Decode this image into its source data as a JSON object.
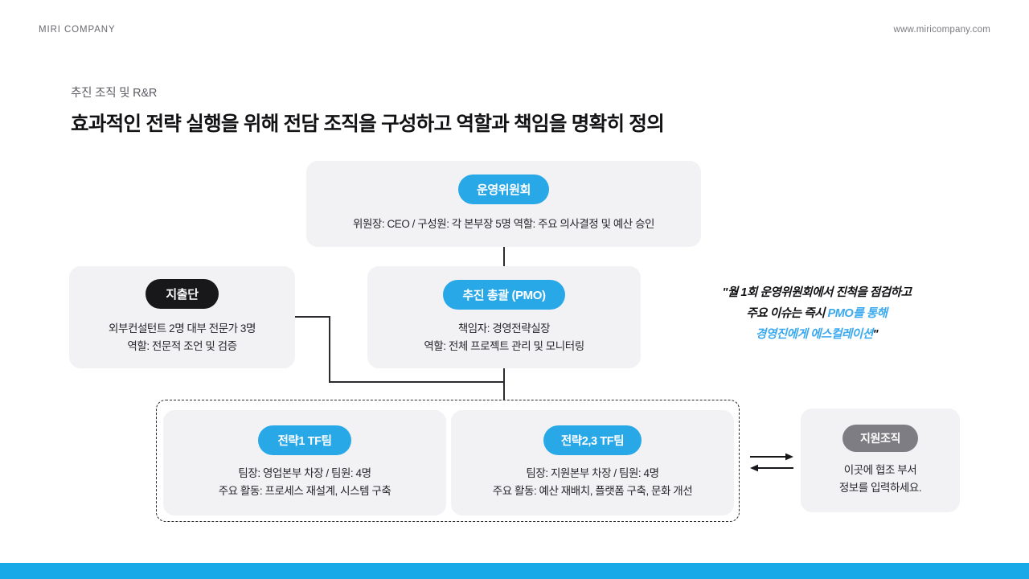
{
  "header": {
    "brand": "MIRI COMPANY",
    "url": "www.miricompany.com"
  },
  "page": {
    "eyebrow": "추진 조직 및 R&R",
    "headline": "효과적인 전략 실행을 위해 전담 조직을 구성하고 역할과 책임을 명확히 정의"
  },
  "colors": {
    "accent_blue": "#29a8e8",
    "footer_blue": "#17a9e8",
    "badge_dark": "#18181b",
    "badge_gray": "#7d7d83",
    "card_bg": "#f2f2f4",
    "quote_highlight": "#3aa9ef",
    "connector": "#2b2b30"
  },
  "org": {
    "committee": {
      "badge": "운영위원회",
      "lines": [
        "위원장: CEO / 구성원: 각 본부장 5명 역할: 주요 의사결정 및 예산 승인"
      ]
    },
    "audit": {
      "badge": "지출단",
      "lines": [
        "외부컨설턴트 2명 대부 전문가 3명",
        "역할: 전문적 조언 및 검증"
      ]
    },
    "pmo": {
      "badge": "추진 총괄 (PMO)",
      "lines": [
        "책임자: 경영전략실장",
        "역할: 전체 프로젝트 관리 및 모니터링"
      ]
    },
    "tf1": {
      "badge": "전략1 TF팀",
      "lines": [
        "팀장: 영업본부 차장 / 팀원: 4명",
        "주요 활동: 프로세스 재설계, 시스템 구축"
      ]
    },
    "tf2": {
      "badge": "전략2,3 TF팀",
      "lines": [
        "팀장: 지원본부 차장 / 팀원: 4명",
        "주요 활동: 예산 재배치, 플랫폼 구축, 문화 개선"
      ]
    },
    "support": {
      "badge": "지원조직",
      "lines": [
        "이곳에 협조 부서",
        "정보를 입력하세요."
      ]
    }
  },
  "quote": {
    "line1": "\"월 1회 운영위원회에서 진척을 점검하고",
    "line2_plain": "주요 이슈는 즉시 ",
    "line2_highlight": "PMO를 통해",
    "line3_highlight": "경영진에게 에스컬레이션",
    "line3_tail": "\""
  }
}
